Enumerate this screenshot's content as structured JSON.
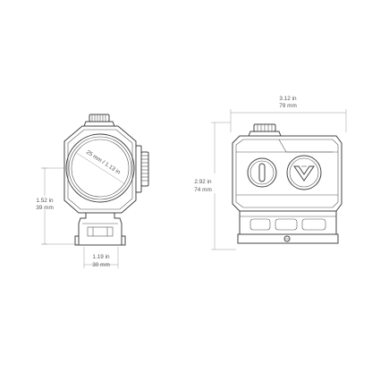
{
  "colors": {
    "outline": "#444444",
    "dimension": "#9a9a9a",
    "text": "#555555",
    "background": "#ffffff"
  },
  "front_view": {
    "lens_label": "25 mm / 1.13 in",
    "height_in": "1.52 in",
    "height_mm": "39 mm",
    "width_in": "1.19 in",
    "width_mm": "30 mm"
  },
  "side_view": {
    "length_in": "3.12 in",
    "length_mm": "79 mm",
    "height_in": "2.92 in",
    "height_mm": "74 mm",
    "logo": "vortex-logo"
  }
}
